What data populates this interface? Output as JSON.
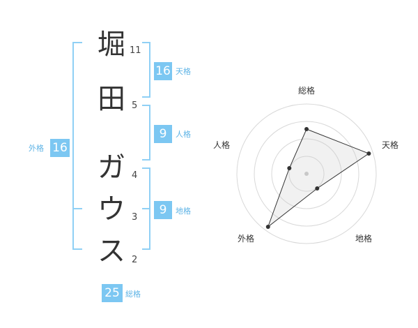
{
  "name": {
    "chars": [
      {
        "char": "堀",
        "strokes": "11"
      },
      {
        "char": "田",
        "strokes": "5"
      },
      {
        "char": "ガ",
        "strokes": "4"
      },
      {
        "char": "ウ",
        "strokes": "3"
      },
      {
        "char": "ス",
        "strokes": "2"
      }
    ]
  },
  "fortune": {
    "tenkaku": {
      "value": "16",
      "label": "天格"
    },
    "jinkaku": {
      "value": "9",
      "label": "人格"
    },
    "chikaku": {
      "value": "9",
      "label": "地格"
    },
    "gaikaku": {
      "value": "16",
      "label": "外格"
    },
    "soukaku": {
      "value": "25",
      "label": "総格"
    }
  },
  "colors": {
    "accent": "#7cc7f2",
    "bracket": "#8fd0f5",
    "label": "#5fb4e6"
  },
  "chart_data": {
    "type": "radar",
    "axes": [
      "総格",
      "天格",
      "地格",
      "外格",
      "人格"
    ],
    "values": [
      0.64,
      0.94,
      0.26,
      0.94,
      0.26
    ],
    "rings": 4,
    "grid": true
  }
}
